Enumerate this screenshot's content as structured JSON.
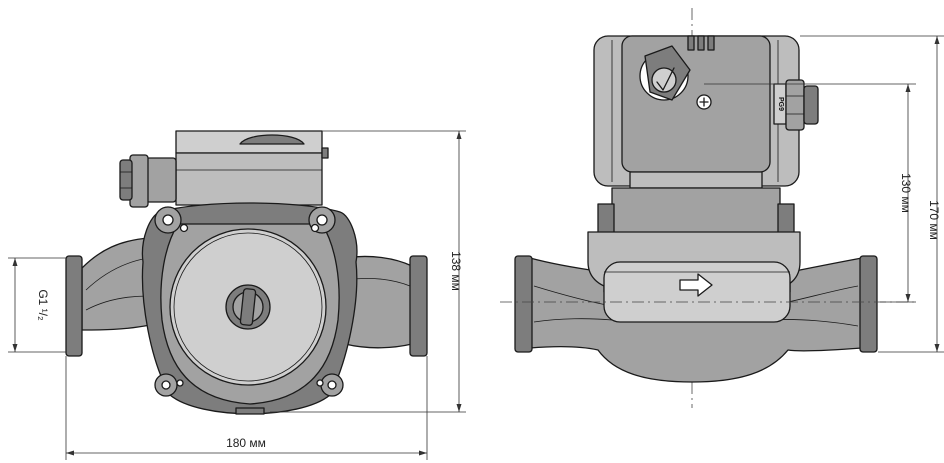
{
  "dimensions": {
    "thread": "G1 ¹/₂",
    "height_left": "138 мм",
    "width_bottom": "180 мм",
    "height_130": "130 мм",
    "height_170": "170 мм"
  },
  "markings": {
    "cable_gland_text": "PG9"
  }
}
